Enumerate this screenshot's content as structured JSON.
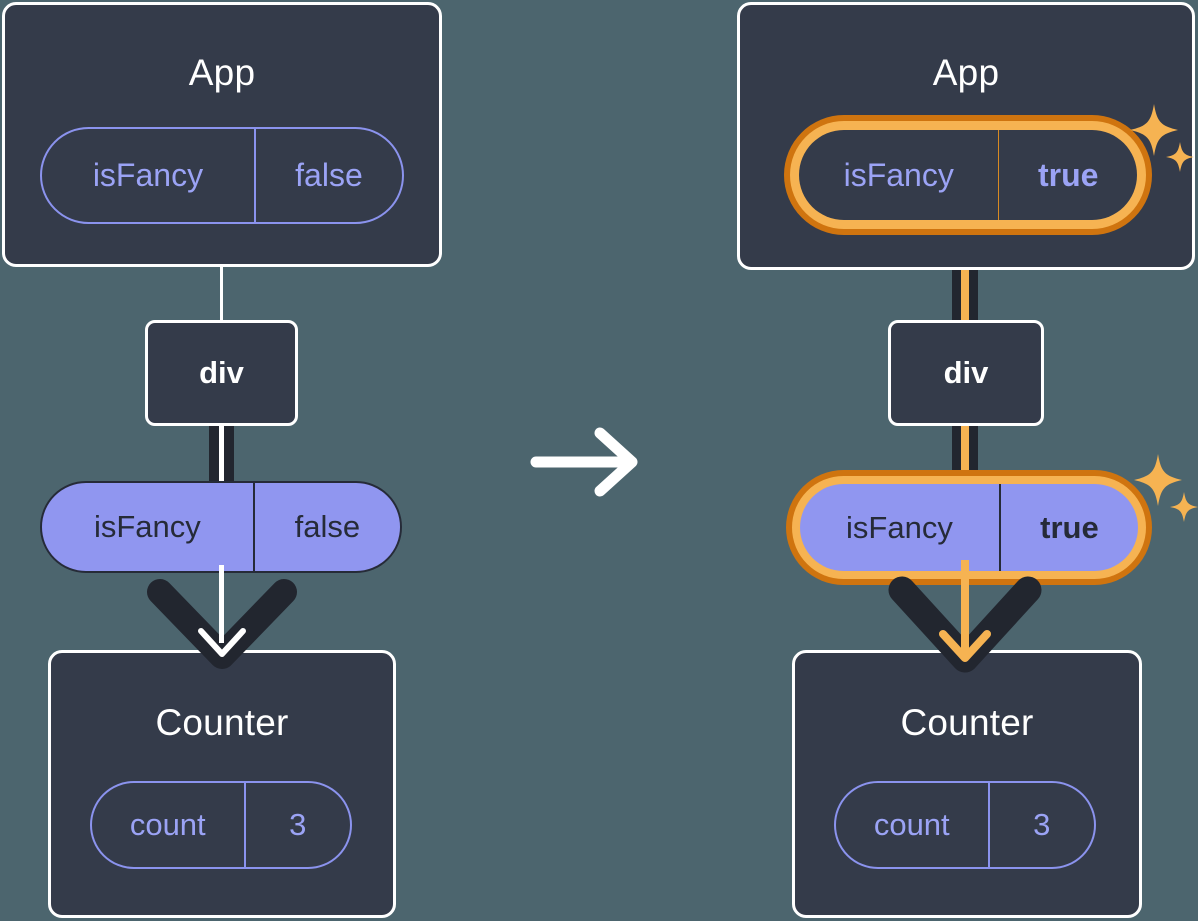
{
  "diagram": {
    "title_hidden": "React state propagation diagram",
    "background_color": "#4c656e",
    "box_fill": "#343b4a",
    "box_border": "#ffffff",
    "pill_purple": "#9096f0",
    "pill_outline_purple": "#8b93ee",
    "highlight_orange_outer": "#cf740f",
    "highlight_orange_inner": "#f6b352",
    "connector_dark": "#22262f"
  },
  "transition": {
    "icon": "arrow-right-icon",
    "label": "→"
  },
  "before": {
    "app": {
      "title": "App",
      "state": {
        "key": "isFancy",
        "value": "false",
        "highlighted": false
      }
    },
    "div": {
      "label": "div"
    },
    "prop": {
      "key": "isFancy",
      "value": "false",
      "highlighted": false
    },
    "counter": {
      "title": "Counter",
      "state": {
        "key": "count",
        "value": "3",
        "highlighted": false
      }
    }
  },
  "after": {
    "app": {
      "title": "App",
      "state": {
        "key": "isFancy",
        "value": "true",
        "highlighted": true
      }
    },
    "div": {
      "label": "div"
    },
    "prop": {
      "key": "isFancy",
      "value": "true",
      "highlighted": true
    },
    "counter": {
      "title": "Counter",
      "state": {
        "key": "count",
        "value": "3",
        "highlighted": false
      }
    },
    "sparkles": [
      {
        "name": "sparkle-app-state"
      },
      {
        "name": "sparkle-prop"
      }
    ]
  }
}
